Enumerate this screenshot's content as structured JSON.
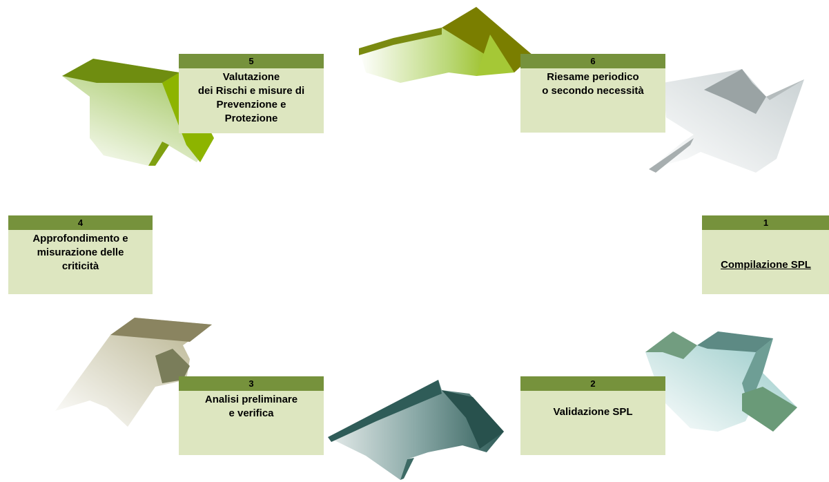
{
  "steps": [
    {
      "number": "1",
      "text": "Compilazione SPL",
      "is_link": true
    },
    {
      "number": "2",
      "text": "Validazione SPL"
    },
    {
      "number": "3",
      "text": "Analisi preliminare\ne verifica"
    },
    {
      "number": "4",
      "text": "Approfondimento e\nmisurazione delle\ncriticità"
    },
    {
      "number": "5",
      "text": "Valutazione\ndei Rischi e misure di\nPrevenzione e\nProtezione"
    },
    {
      "number": "6",
      "text": "Riesame periodico\no secondo necessità"
    }
  ],
  "colors": {
    "box_fill": "#dde6c0",
    "box_header": "#76923c",
    "arrow_olive": "#7a7e00",
    "arrow_lime": "#8db400",
    "arrow_gray": "#9aa3a4",
    "arrow_teal": "#6e9e8a",
    "arrow_dark_teal": "#2f5c58",
    "arrow_khaki": "#8a8460"
  }
}
